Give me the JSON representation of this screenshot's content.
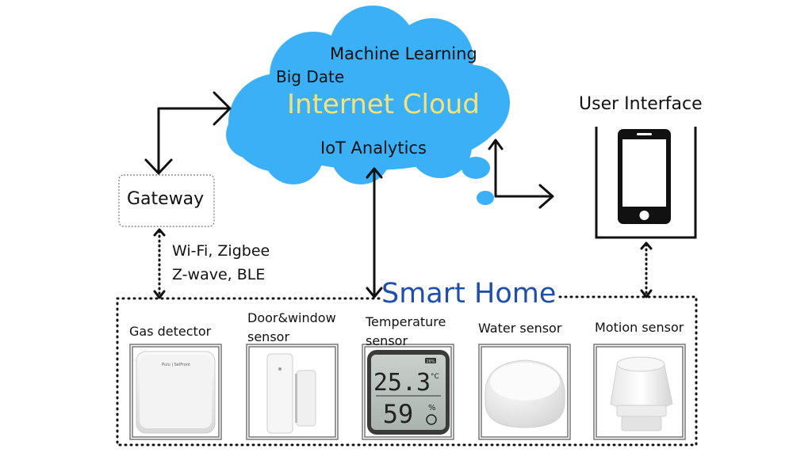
{
  "cloud": {
    "title": "Internet Cloud",
    "machine_learning": "Machine Learning",
    "big_data": "Big Date",
    "iot_analytics": "IoT Analytics",
    "fill_color": "#3bb0f7",
    "title_color": "#f6e27a"
  },
  "gateway": {
    "label": "Gateway"
  },
  "protocols": {
    "line1": "Wi-Fi, Zigbee",
    "line2": "Z-wave, BLE"
  },
  "user_interface": {
    "label": "User Interface"
  },
  "smart_home": {
    "label": "Smart Home",
    "color": "#1f4fa8"
  },
  "sensors": [
    {
      "label": "Gas detector",
      "icon": "gas-detector-icon",
      "print": "Pulu | SelFront"
    },
    {
      "label": "Door&window sensor",
      "icon": "door-window-sensor-icon"
    },
    {
      "label": "Temperature sensor",
      "icon": "temperature-sensor-icon",
      "temp": "25.3",
      "temp_unit": "°C",
      "humidity": "59",
      "humidity_unit": "%",
      "badge": "28%"
    },
    {
      "label": "Water sensor",
      "icon": "water-sensor-icon"
    },
    {
      "label": "Motion sensor",
      "icon": "motion-sensor-icon"
    }
  ]
}
